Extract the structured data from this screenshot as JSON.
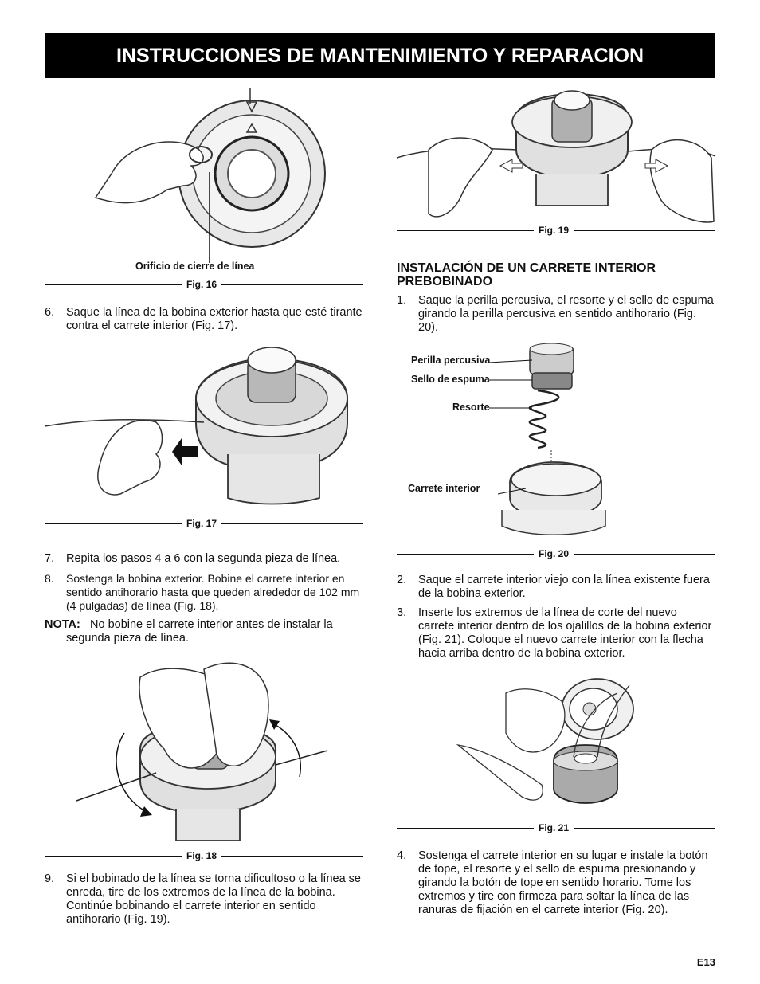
{
  "header": {
    "title": "INSTRUCCIONES DE MANTENIMIENTO Y REPARACION"
  },
  "figures": {
    "fig16": {
      "caption": "Fig. 16",
      "callout": "Orificio de cierre de línea"
    },
    "fig17": {
      "caption": "Fig. 17"
    },
    "fig18": {
      "caption": "Fig. 18"
    },
    "fig19": {
      "caption": "Fig. 19"
    },
    "fig20": {
      "caption": "Fig. 20",
      "callouts": [
        "Perilla percusiva",
        "Sello de espuma",
        "Resorte",
        "Carrete interior"
      ]
    },
    "fig21": {
      "caption": "Fig. 21"
    }
  },
  "left_steps": [
    {
      "num": "6.",
      "text": "Saque la línea de la bobina exterior hasta que esté tirante contra el carrete interior (Fig. 17)."
    },
    {
      "num": "7.",
      "text": "Repita los pasos 4 a 6 con la segunda pieza de línea."
    },
    {
      "num": "8.",
      "text": "Sostenga la bobina exterior. Bobine el carrete interior en sentido antihorario hasta que queden alrededor de 102 mm (4 pulgadas) de línea (Fig. 18)."
    },
    {
      "num": "9.",
      "text": "Si el bobinado de la línea se torna dificultoso o la línea se enreda, tire de los extremos de la línea de la bobina. Continúe bobinando el carrete interior en sentido antihorario (Fig. 19)."
    }
  ],
  "note": {
    "label": "NOTA:",
    "text": "No bobine el carrete interior antes de instalar la segunda pieza de línea."
  },
  "section": {
    "heading": "INSTALACIÓN DE UN CARRETE INTERIOR PREBOBINADO"
  },
  "right_steps": [
    {
      "num": "1.",
      "text": "Saque la perilla percusiva, el resorte y el sello de espuma girando la perilla percusiva en sentido antihorario (Fig. 20)."
    },
    {
      "num": "2.",
      "text": "Saque el carrete interior viejo con la línea existente fuera de la bobina exterior."
    },
    {
      "num": "3.",
      "text": "Inserte los extremos de la línea de corte del nuevo carrete interior dentro de los ojalillos de la bobina exterior (Fig. 21). Coloque el nuevo carrete interior con la flecha hacia arriba dentro de la bobina exterior."
    },
    {
      "num": "4.",
      "text": "Sostenga el carrete interior en su lugar e instale la botón de tope, el resorte y el sello de espuma presionando y girando la botón de tope en sentido horario. Tome los extremos y tire con firmeza para soltar la línea de las ranuras de fijación en el carrete interior (Fig. 20)."
    }
  ],
  "footer": {
    "page_number": "E13"
  }
}
